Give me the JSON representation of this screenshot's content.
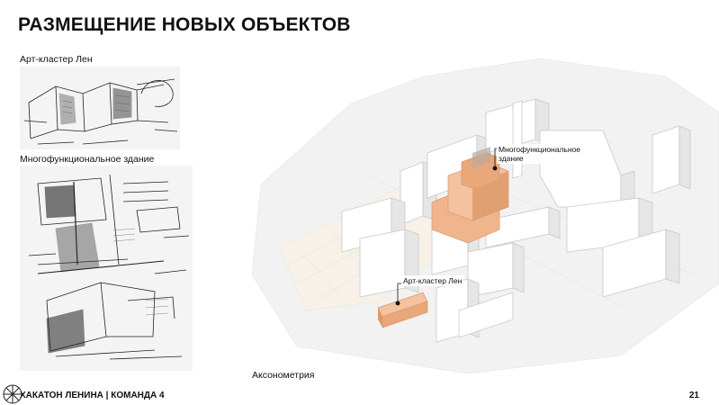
{
  "slide": {
    "title": "РАЗМЕЩЕНИЕ НОВЫХ ОБЪЕКТОВ",
    "page_number": "21"
  },
  "left_panel": {
    "label_1": "Арт-кластер Лен",
    "label_2": "Многофункциональное здание"
  },
  "axonometry": {
    "caption": "Аксонометрия",
    "callout_1": "Многофункциональное здание",
    "callout_2": "Арт-кластер Лен"
  },
  "footer": {
    "text": "ХАКАТОН ЛЕНИНА | КОМАНДА 4"
  },
  "colors": {
    "accent_orange": "#f0b58c",
    "accent_dark_orange": "#dd9a68",
    "building_grey": "#e9e9e9",
    "text": "#111111"
  }
}
